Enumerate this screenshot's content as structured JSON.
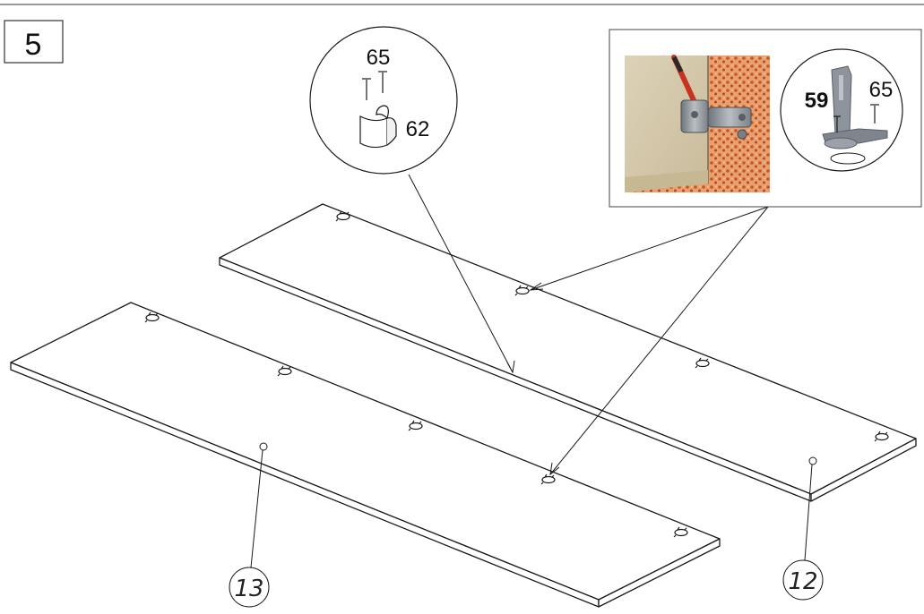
{
  "step": {
    "number": "5"
  },
  "detail_left": {
    "screw_label": "65",
    "bracket_label": "62"
  },
  "detail_right": {
    "hinge_label": "59",
    "screw_label": "65"
  },
  "parts": {
    "panel_front_label": "13",
    "panel_back_label": "12"
  },
  "colors": {
    "line": "#1a1a1a",
    "frame": "#5a5a5a",
    "wall_beige": "#d6c9ae",
    "wallpaper_orange": "#d9793c",
    "hinge_metal": "#9aa0a6"
  }
}
